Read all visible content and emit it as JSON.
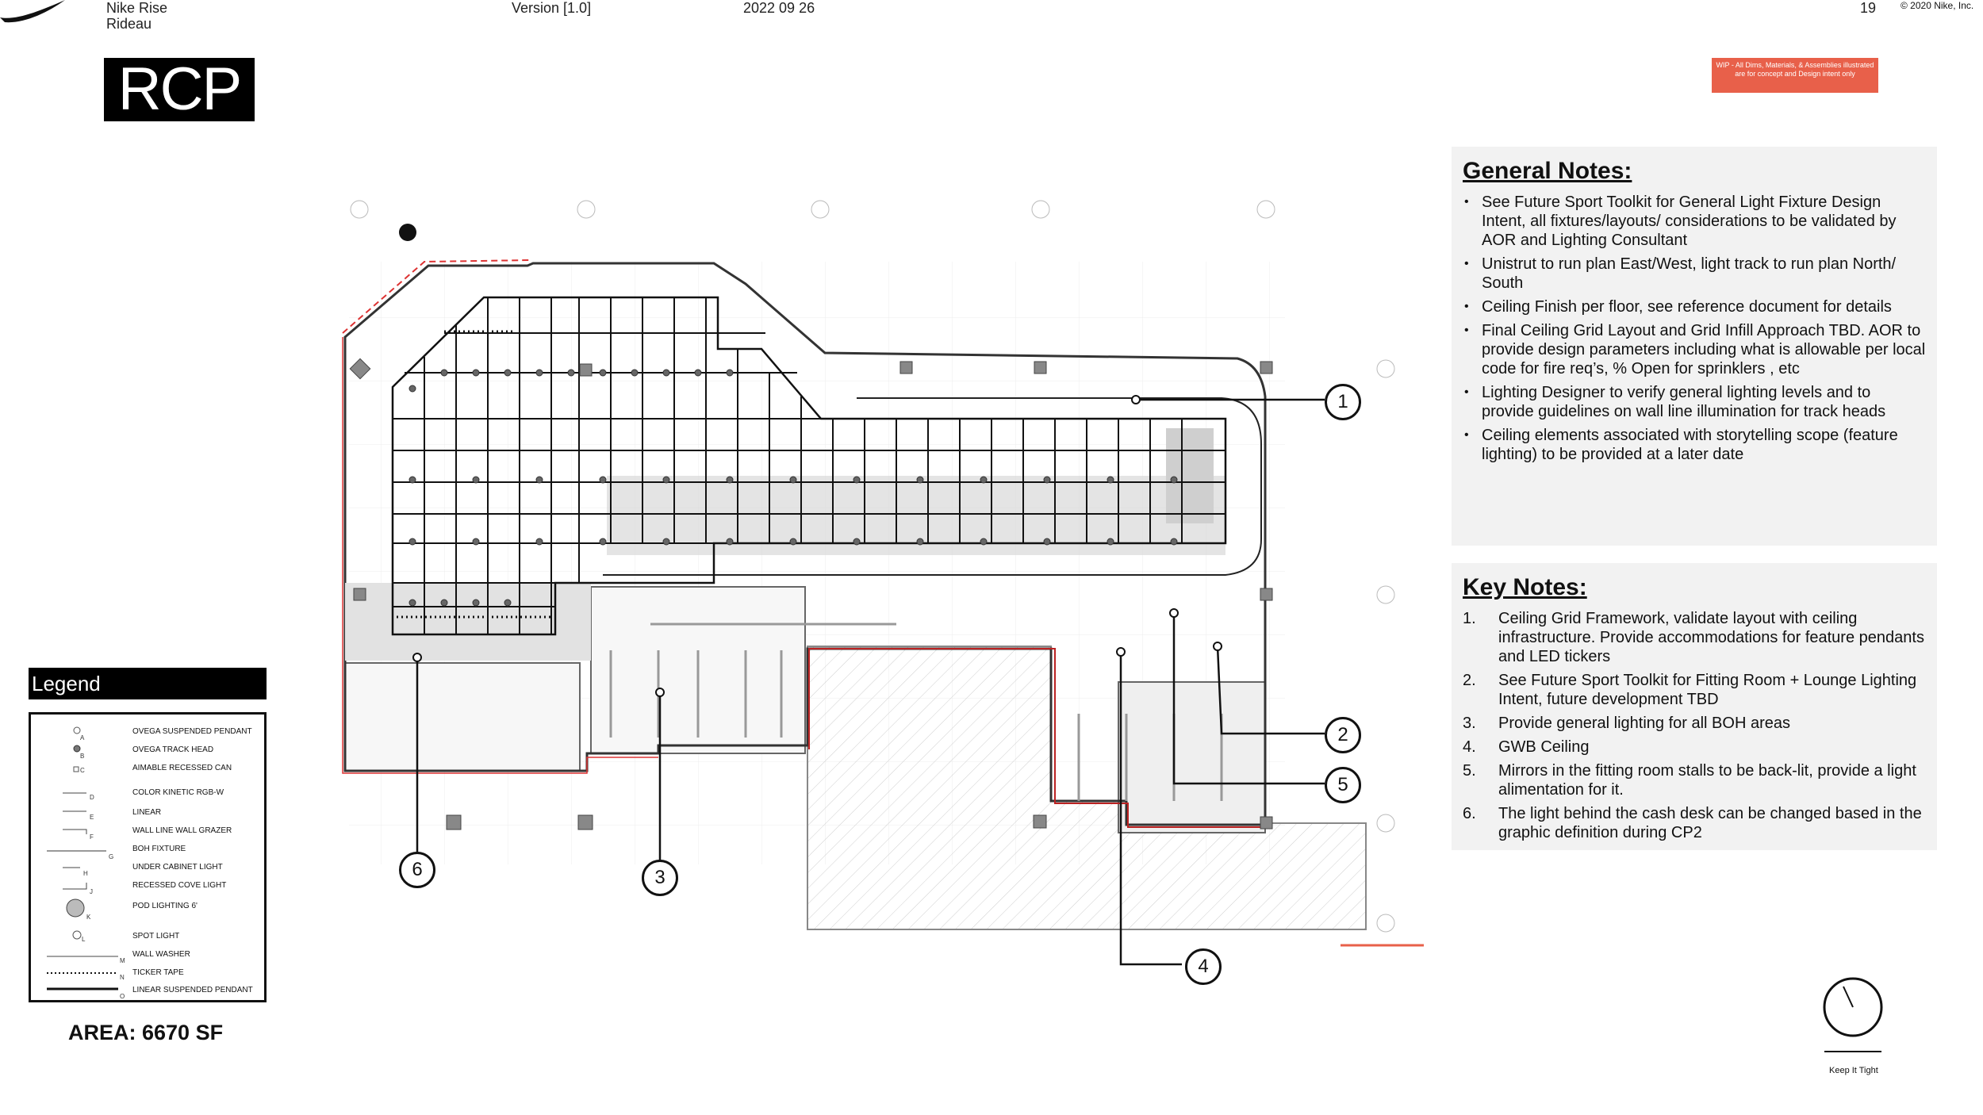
{
  "header": {
    "project_line1": "Nike Rise",
    "project_line2": "Rideau",
    "version": "Version [1.0]",
    "date": "2022 09 26",
    "page_number": "19",
    "copyright": "© 2020 Nike, Inc."
  },
  "title": "RCP",
  "wip_notice": "WIP - All Dims, Materials, & Assemblies illustrated are for concept and Design intent only",
  "general_notes": {
    "heading": "General Notes:",
    "items": [
      "See Future Sport Toolkit for General Light Fixture Design Intent, all fixtures/layouts/ considerations to be validated by AOR and Lighting Consultant",
      "Unistrut to run plan East/West, light track to run plan North/ South",
      "Ceiling Finish per floor, see reference document for details",
      "Final Ceiling Grid Layout and Grid Infill Approach TBD. AOR to provide design parameters including what is allowable per local code for fire req’s, % Open for sprinklers , etc",
      "Lighting Designer to verify general lighting levels and to provide guidelines on wall line illumination for track heads",
      "Ceiling elements associated with storytelling scope (feature lighting) to be provided at a later date"
    ]
  },
  "key_notes": {
    "heading": "Key Notes:",
    "items": [
      {
        "num": "1.",
        "text": "Ceiling Grid Framework, validate layout with ceiling infrastructure. Provide accommodations for feature pendants and LED tickers"
      },
      {
        "num": "2.",
        "text": "See Future Sport Toolkit for Fitting Room + Lounge Lighting Intent, future development TBD"
      },
      {
        "num": "3.",
        "text": "Provide general lighting for all BOH areas"
      },
      {
        "num": "4.",
        "text": "GWB Ceiling"
      },
      {
        "num": "5.",
        "text": "Mirrors in the fitting room stalls to be back-lit, provide a light alimentation for it."
      },
      {
        "num": "6.",
        "text": "The light behind the cash desk can be changed based in the graphic definition during CP2"
      }
    ]
  },
  "legend": {
    "title": "Legend",
    "items": [
      {
        "key": "A",
        "label": "OVEGA SUSPENDED PENDANT"
      },
      {
        "key": "B",
        "label": "OVEGA TRACK HEAD"
      },
      {
        "key": "C",
        "label": "AIMABLE RECESSED CAN"
      },
      {
        "key": "D",
        "label": "COLOR KINETIC RGB-W"
      },
      {
        "key": "E",
        "label": "LINEAR"
      },
      {
        "key": "F",
        "label": "WALL LINE WALL GRAZER"
      },
      {
        "key": "G",
        "label": "BOH FIXTURE"
      },
      {
        "key": "H",
        "label": "UNDER CABINET LIGHT"
      },
      {
        "key": "J",
        "label": "RECESSED COVE LIGHT"
      },
      {
        "key": "K",
        "label": "POD LIGHTING 6'"
      },
      {
        "key": "L",
        "label": "SPOT  LIGHT"
      },
      {
        "key": "M",
        "label": "WALL WASHER"
      },
      {
        "key": "N",
        "label": "TICKER TAPE"
      },
      {
        "key": "O",
        "label": "LINEAR SUSPENDED PENDANT"
      }
    ]
  },
  "area": "AREA: 6670 SF",
  "callouts": [
    "1",
    "2",
    "3",
    "4",
    "5",
    "6"
  ],
  "north_caption": "Keep It Tight",
  "colors": {
    "wip": "#e8604a",
    "accent_red": "#c0392b",
    "panel": "#f2f2f2"
  }
}
